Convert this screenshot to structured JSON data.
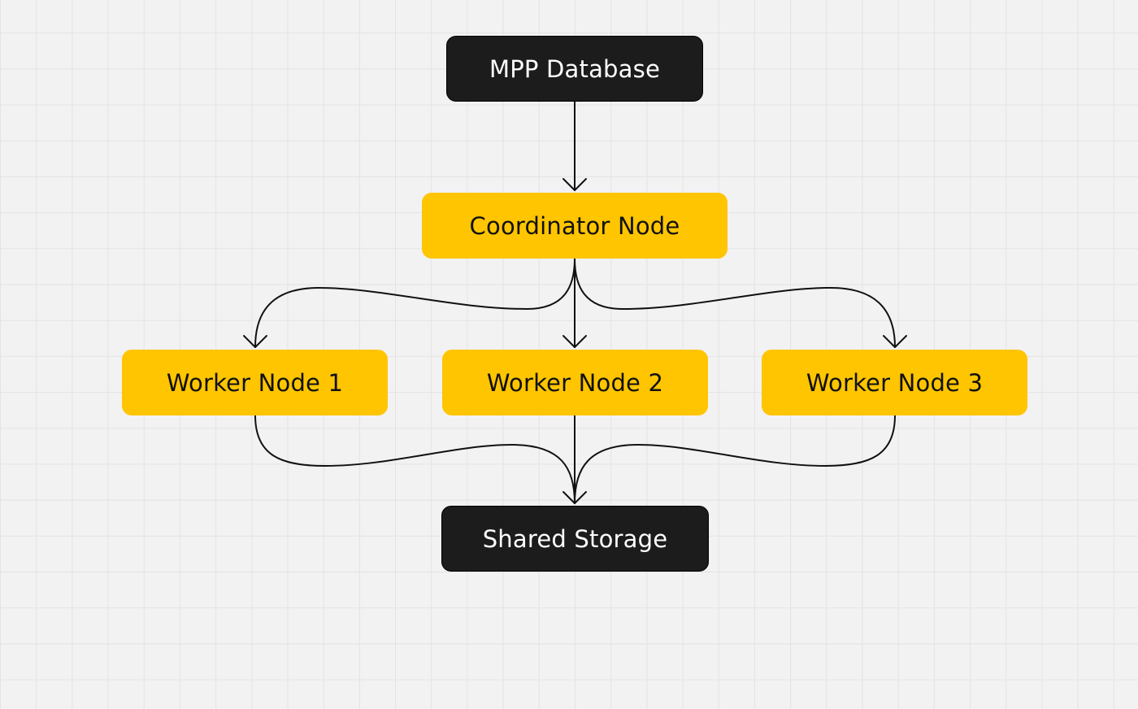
{
  "diagram": {
    "type": "flowchart",
    "colors": {
      "background": "#f2f2f2",
      "grid": "#e3e3e3",
      "dark_node": "#1c1c1c",
      "accent_node": "#ffc500",
      "connector": "#111111"
    },
    "nodes": {
      "mpp_database": {
        "label": "MPP Database",
        "style": "dark"
      },
      "coordinator": {
        "label": "Coordinator Node",
        "style": "yellow"
      },
      "worker_1": {
        "label": "Worker Node 1",
        "style": "yellow"
      },
      "worker_2": {
        "label": "Worker Node 2",
        "style": "yellow"
      },
      "worker_3": {
        "label": "Worker Node 3",
        "style": "yellow"
      },
      "shared_storage": {
        "label": "Shared Storage",
        "style": "dark"
      }
    },
    "edges": [
      {
        "from": "mpp_database",
        "to": "coordinator"
      },
      {
        "from": "coordinator",
        "to": "worker_1"
      },
      {
        "from": "coordinator",
        "to": "worker_2"
      },
      {
        "from": "coordinator",
        "to": "worker_3"
      },
      {
        "from": "worker_1",
        "to": "shared_storage"
      },
      {
        "from": "worker_2",
        "to": "shared_storage"
      },
      {
        "from": "worker_3",
        "to": "shared_storage"
      }
    ]
  }
}
